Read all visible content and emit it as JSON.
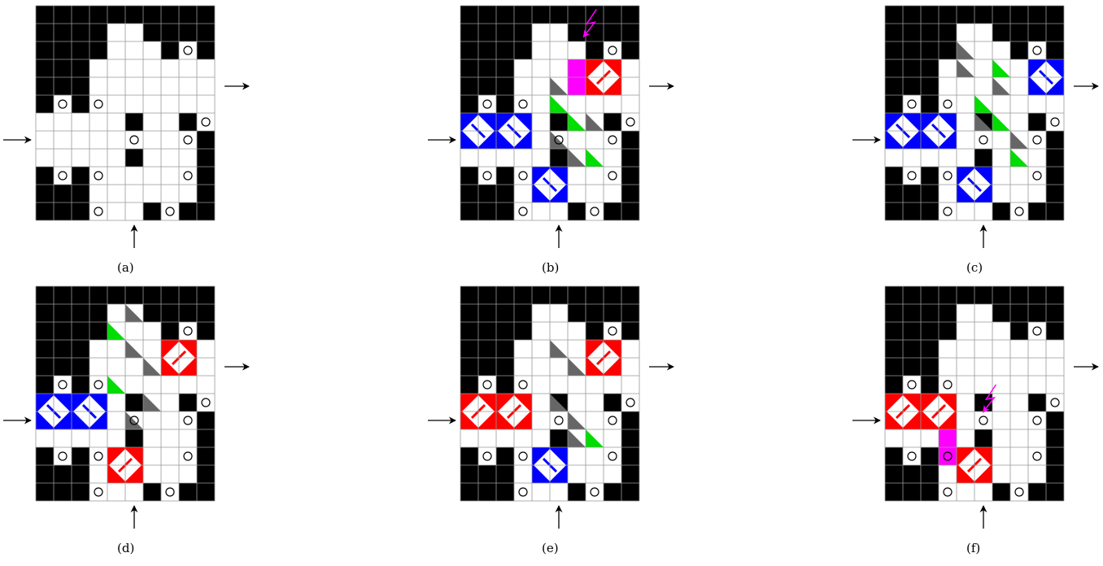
{
  "colors": {
    "wall": "#000000",
    "cell": "#ffffff",
    "grid": "#999999",
    "red": "#ff0000",
    "blue": "#0000ff",
    "green": "#00dd00",
    "magenta": "#ff00ff",
    "gray": "#666666"
  },
  "icons": [
    "arrow-right-icon",
    "arrow-up-icon",
    "circle-token-icon",
    "lightning-icon",
    "domino-tile-icon"
  ],
  "panels": [
    {
      "caption": "(a)",
      "grid": [
        "##########",
        "####  ####",
        "####   #o#",
        "###       ",
        "###       ",
        "#o#o      ",
        "     #  #o",
        "     o  o#",
        "     #   #",
        "#o#o    o#",
        "###      #",
        "###o  #o##"
      ],
      "tiles": [],
      "greens": [],
      "grays": [],
      "lightning": false,
      "magenta": []
    },
    {
      "caption": "(b)",
      "grid": [
        "##########",
        "####  ####",
        "####   #o#",
        "###       ",
        "###       ",
        "#o#o      ",
        "     #  #o",
        "     o  o#",
        "     #   #",
        "#o#o    o#",
        "###      #",
        "###o  #o##"
      ],
      "tiles": [
        {
          "color": "red",
          "r": 3,
          "c": 7,
          "w": 2,
          "h": 2,
          "slash": "/"
        },
        {
          "color": "blue",
          "r": 6,
          "c": 0,
          "w": 2,
          "h": 2,
          "slash": "\\"
        },
        {
          "color": "blue",
          "r": 6,
          "c": 2,
          "w": 2,
          "h": 2,
          "slash": "\\"
        },
        {
          "color": "blue",
          "r": 9,
          "c": 4,
          "w": 2,
          "h": 2,
          "slash": "\\"
        }
      ],
      "greens": [
        [
          5,
          5
        ],
        [
          6,
          6
        ],
        [
          8,
          7
        ]
      ],
      "grays": [
        [
          4,
          5
        ],
        [
          6,
          7
        ],
        [
          7,
          5
        ],
        [
          8,
          6
        ]
      ],
      "lightning": true,
      "magenta": [
        [
          3,
          6
        ],
        [
          3,
          7
        ],
        [
          4,
          6
        ]
      ]
    },
    {
      "caption": "(c)",
      "grid": [
        "##########",
        "####  ####",
        "####   #o#",
        "###       ",
        "###       ",
        "#o#o      ",
        "     #  #o",
        "     o  o#",
        "     #   #",
        "#o#o    o#",
        "###      #",
        "###o  #o##"
      ],
      "tiles": [
        {
          "color": "blue",
          "r": 3,
          "c": 8,
          "w": 2,
          "h": 2,
          "slash": "\\"
        },
        {
          "color": "blue",
          "r": 6,
          "c": 0,
          "w": 2,
          "h": 2,
          "slash": "\\"
        },
        {
          "color": "blue",
          "r": 6,
          "c": 2,
          "w": 2,
          "h": 2,
          "slash": "\\"
        },
        {
          "color": "blue",
          "r": 9,
          "c": 4,
          "w": 2,
          "h": 2,
          "slash": "\\"
        }
      ],
      "greens": [
        [
          3,
          6
        ],
        [
          5,
          5
        ],
        [
          6,
          6
        ],
        [
          8,
          7
        ]
      ],
      "grays": [
        [
          2,
          4
        ],
        [
          3,
          4
        ],
        [
          4,
          6
        ],
        [
          6,
          5
        ],
        [
          7,
          7
        ]
      ],
      "lightning": false,
      "magenta": []
    },
    {
      "caption": "(d)",
      "grid": [
        "##########",
        "####  ####",
        "####   #o#",
        "###       ",
        "###       ",
        "#o#o      ",
        "     #  #o",
        "     o  o#",
        "     #   #",
        "#o#o    o#",
        "###      #",
        "###o  #o##"
      ],
      "tiles": [
        {
          "color": "red",
          "r": 3,
          "c": 7,
          "w": 2,
          "h": 2,
          "slash": "/"
        },
        {
          "color": "blue",
          "r": 6,
          "c": 0,
          "w": 2,
          "h": 2,
          "slash": "\\"
        },
        {
          "color": "blue",
          "r": 6,
          "c": 2,
          "w": 2,
          "h": 2,
          "slash": "\\"
        },
        {
          "color": "red",
          "r": 9,
          "c": 4,
          "w": 2,
          "h": 2,
          "slash": "/"
        }
      ],
      "greens": [
        [
          2,
          4
        ],
        [
          5,
          4
        ]
      ],
      "grays": [
        [
          1,
          5
        ],
        [
          3,
          5
        ],
        [
          4,
          6
        ],
        [
          6,
          6
        ],
        [
          7,
          5
        ]
      ],
      "lightning": false,
      "magenta": []
    },
    {
      "caption": "(e)",
      "grid": [
        "##########",
        "####  ####",
        "####   #o#",
        "###       ",
        "###       ",
        "#o#o      ",
        "     #  #o",
        "     o  o#",
        "     #   #",
        "#o#o    o#",
        "###      #",
        "###o  #o##"
      ],
      "tiles": [
        {
          "color": "red",
          "r": 3,
          "c": 7,
          "w": 2,
          "h": 2,
          "slash": "/"
        },
        {
          "color": "red",
          "r": 6,
          "c": 0,
          "w": 2,
          "h": 2,
          "slash": "/"
        },
        {
          "color": "red",
          "r": 6,
          "c": 2,
          "w": 2,
          "h": 2,
          "slash": "/"
        },
        {
          "color": "blue",
          "r": 9,
          "c": 4,
          "w": 2,
          "h": 2,
          "slash": "\\"
        }
      ],
      "greens": [
        [
          8,
          7
        ]
      ],
      "grays": [
        [
          3,
          5
        ],
        [
          4,
          6
        ],
        [
          6,
          5
        ],
        [
          7,
          6
        ],
        [
          8,
          6
        ]
      ],
      "lightning": false,
      "magenta": []
    },
    {
      "caption": "(f)",
      "grid": [
        "##########",
        "####  ####",
        "####   #o#",
        "###       ",
        "###       ",
        "#o#o      ",
        "     #  #o",
        "     o  o#",
        "     #   #",
        "#o#o    o#",
        "###      #",
        "###o  #o##"
      ],
      "tiles": [
        {
          "color": "red",
          "r": 6,
          "c": 0,
          "w": 2,
          "h": 2,
          "slash": "/"
        },
        {
          "color": "red",
          "r": 6,
          "c": 2,
          "w": 2,
          "h": 2,
          "slash": "/"
        },
        {
          "color": "red",
          "r": 9,
          "c": 4,
          "w": 2,
          "h": 2,
          "slash": "/"
        }
      ],
      "greens": [],
      "grays": [],
      "lightning": true,
      "magenta": [
        [
          8,
          3
        ],
        [
          9,
          3
        ],
        [
          9,
          4
        ]
      ]
    }
  ]
}
